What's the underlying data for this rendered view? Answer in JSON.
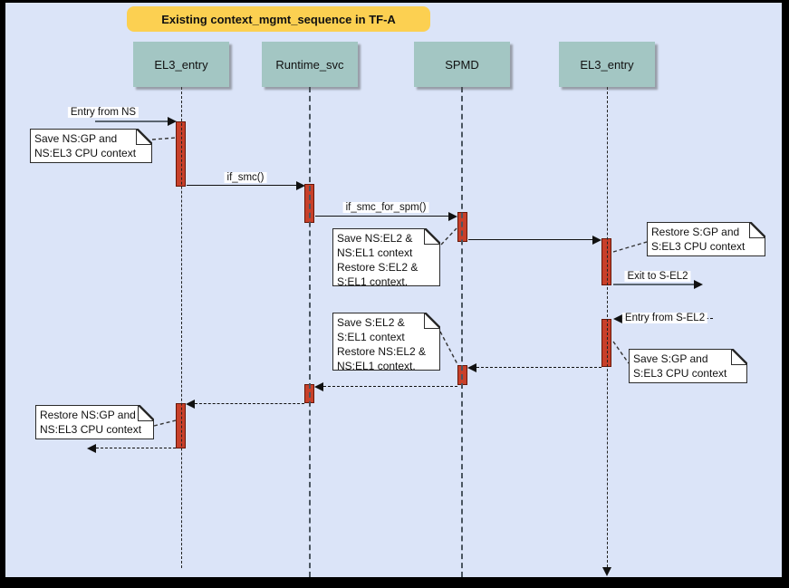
{
  "diagram": {
    "title": "Existing context_mgmt_sequence in TF-A",
    "participants": [
      {
        "label": "EL3_entry"
      },
      {
        "label": "Runtime_svc"
      },
      {
        "label": "SPMD"
      },
      {
        "label": "EL3_entry"
      }
    ],
    "messages": {
      "entry_from_ns": "Entry from NS",
      "if_smc": "if_smc()",
      "if_smc_for_spm": "if_smc_for_spm()",
      "exit_to_s_el2": "Exit to S-EL2",
      "entry_from_s_el2": "Entry from S-EL2"
    },
    "notes": [
      {
        "lines": [
          "Save NS:GP and",
          "NS:EL3 CPU context"
        ]
      },
      {
        "lines": [
          "Save NS:EL2 &",
          "NS:EL1 context",
          "Restore S:EL2 &",
          "S:EL1 context."
        ]
      },
      {
        "lines": [
          "Restore S:GP and",
          "S:EL3 CPU context"
        ]
      },
      {
        "lines": [
          "Save S:GP and",
          "S:EL3 CPU context"
        ]
      },
      {
        "lines": [
          "Save S:EL2 &",
          "S:EL1 context",
          "Restore NS:EL2 &",
          "NS:EL1 context."
        ]
      },
      {
        "lines": [
          "Restore NS:GP and",
          "NS:EL3 CPU context"
        ]
      }
    ],
    "colors": {
      "background": "#dbe4f8",
      "frame": "#000000",
      "title_fill": "#fcd051",
      "participant_fill": "#a3c6c3",
      "activation_fill": "#c8402a",
      "activation_border": "#671708",
      "note_fill": "#ffffff",
      "line": "#111111",
      "external_arrow": "#5a6570"
    }
  }
}
